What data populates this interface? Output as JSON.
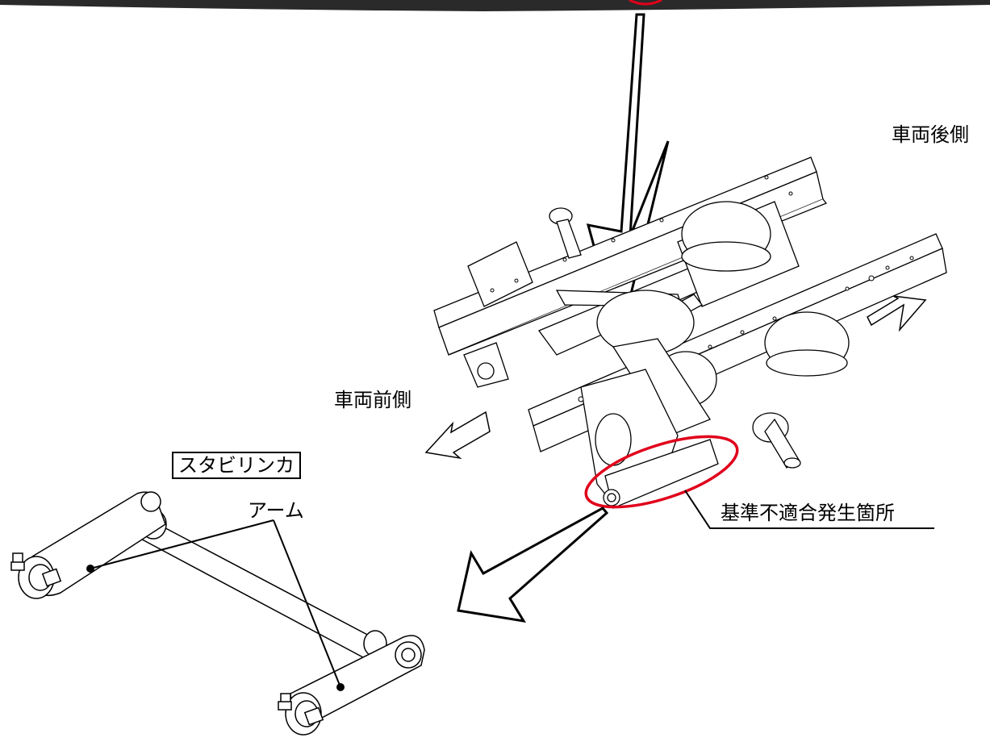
{
  "labels": {
    "vehicle_rear": "車両後側",
    "vehicle_front": "車両前側",
    "stabilinker": "スタビリンカ",
    "arm": "アーム",
    "nonconformity_location": "基準不適合発生箇所"
  },
  "colors": {
    "highlight_ellipse": "#e0001b",
    "line": "#000000",
    "background": "#ffffff"
  }
}
